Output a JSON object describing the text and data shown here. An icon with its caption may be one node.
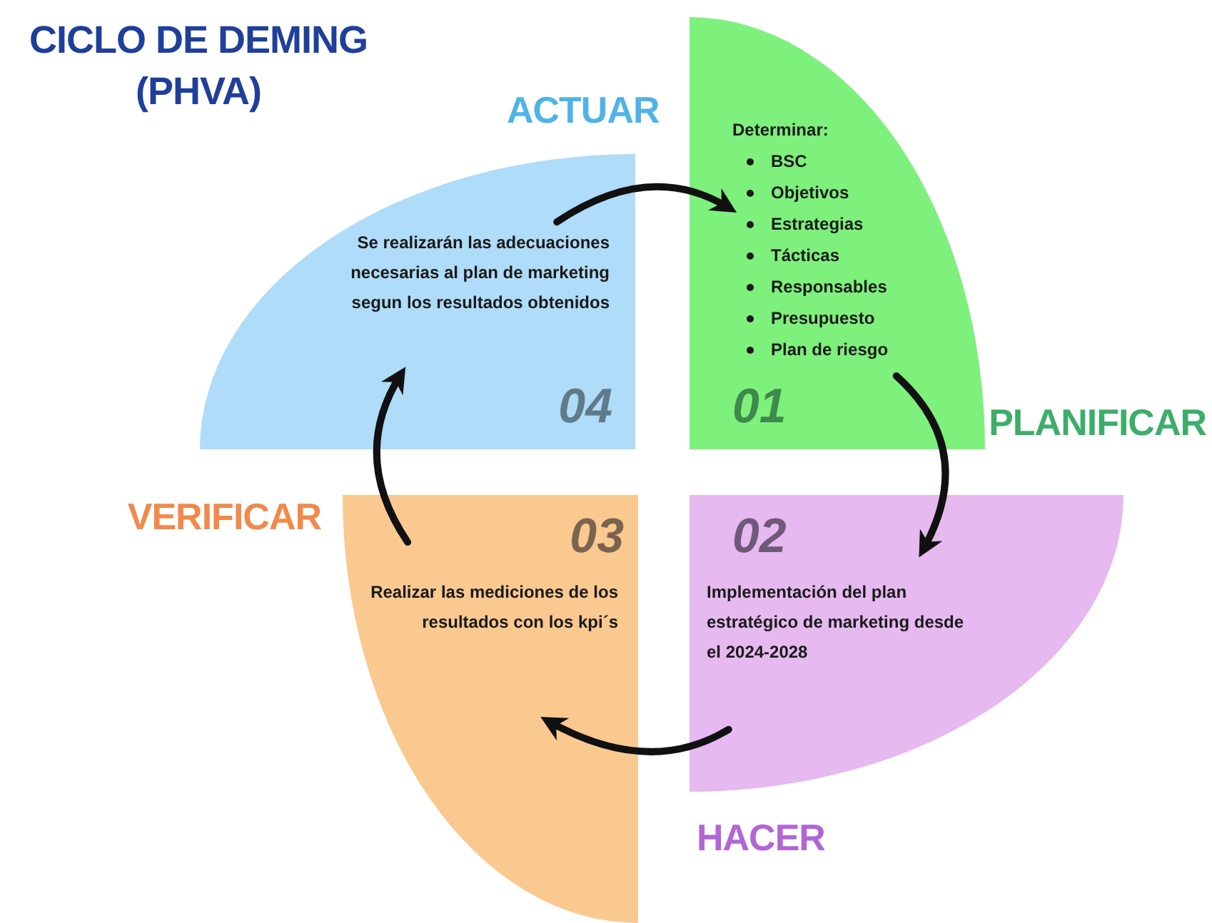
{
  "diagram": {
    "title": "CICLO DE DEMING (PHVA)",
    "nodes": [
      {
        "text": [
          "Determinar:",
          "BSC",
          "Objetivos",
          "Estrategias",
          "Tácticas",
          "Responsables",
          "Presupuesto",
          "Plan de riesgo",
          "01"
        ],
        "beside": [
          "PLANIFICAR"
        ]
      },
      {
        "text": [
          "02",
          "Implementación del plan estratégico de marketing desde el 2024-2028"
        ],
        "beside": [
          "HACER"
        ]
      },
      {
        "text": [
          "03",
          "Realizar las mediciones de los resultados con los kpi´s"
        ],
        "beside": [
          "VERIFICAR"
        ]
      },
      {
        "text": [
          "Se realizarán las adecuaciones necesarias al plan de marketing segun los resultados obtenidos",
          "04"
        ],
        "beside": [
          "ACTUAR"
        ]
      }
    ],
    "edges": [
      {
        "from": 3,
        "to": 0,
        "arrow": "to"
      },
      {
        "from": 0,
        "to": 1,
        "arrow": "to"
      },
      {
        "from": 1,
        "to": 2,
        "arrow": "to"
      },
      {
        "from": 2,
        "to": 3,
        "arrow": "to"
      }
    ]
  }
}
